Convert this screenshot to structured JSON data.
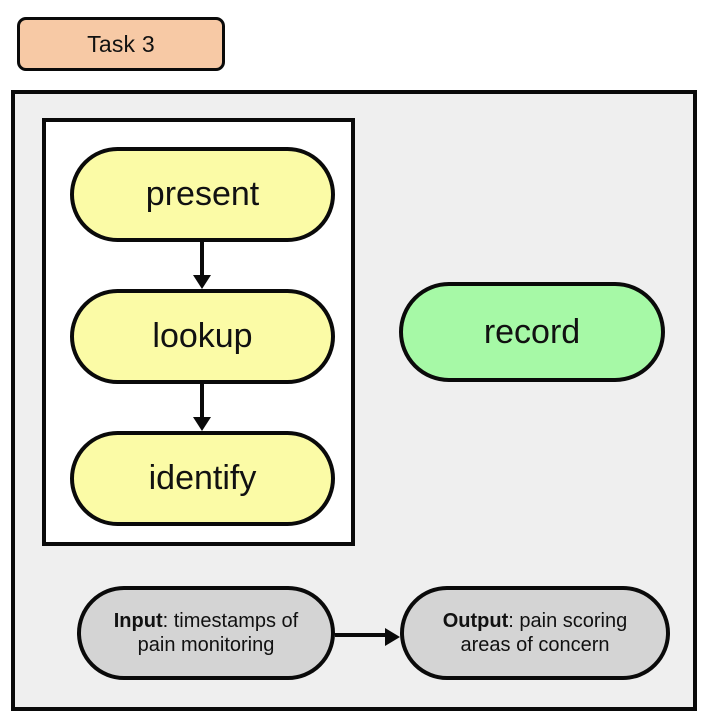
{
  "diagram": {
    "task_label": "Task 3",
    "colors": {
      "task_tab_fill": "#f7c9a5",
      "outer_container_fill": "#efefef",
      "inner_container_fill": "#ffffff",
      "process_node_fill": "#fbfba6",
      "record_node_fill": "#a6f9a6",
      "io_node_fill": "#d4d4d4",
      "stroke": "#0a0a0a"
    },
    "subgraph_nodes": [
      {
        "id": "present",
        "label": "present"
      },
      {
        "id": "lookup",
        "label": "lookup"
      },
      {
        "id": "identify",
        "label": "identify"
      }
    ],
    "standalone_nodes": [
      {
        "id": "record",
        "label": "record"
      }
    ],
    "io": {
      "input": {
        "bold_prefix": "Input",
        "rest": ": timestamps of pain monitoring",
        "full_text": "Input: timestamps of pain monitoring"
      },
      "output": {
        "bold_prefix": "Output",
        "rest": ": pain scoring areas of concern",
        "full_text": "Output: pain scoring areas of concern"
      }
    },
    "edges": [
      {
        "from": "present",
        "to": "lookup",
        "direction": "down"
      },
      {
        "from": "lookup",
        "to": "identify",
        "direction": "down"
      },
      {
        "from": "input",
        "to": "output",
        "direction": "right"
      }
    ]
  }
}
